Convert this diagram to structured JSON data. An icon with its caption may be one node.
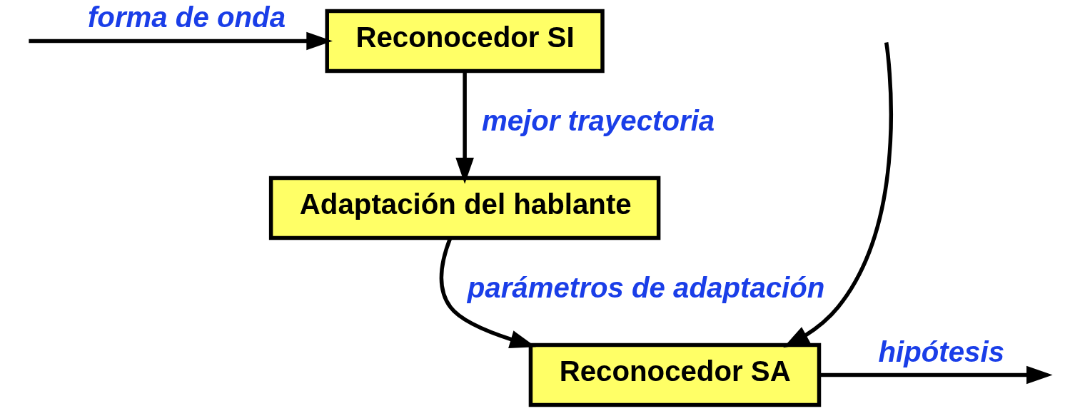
{
  "diagram": {
    "nodes": [
      {
        "text": [
          "Reconocedor SI"
        ]
      },
      {
        "text": [
          "Adaptación del hablante"
        ]
      },
      {
        "text": [
          "Reconocedor SA"
        ]
      }
    ],
    "edges": [
      {
        "from": null,
        "to": 0,
        "arrow": "to",
        "label": "forma de onda"
      },
      {
        "from": null,
        "to": 2,
        "arrow": "to"
      },
      {
        "from": 0,
        "to": 1,
        "arrow": "to",
        "label": "mejor trayectoria"
      },
      {
        "from": 1,
        "to": 2,
        "arrow": "to",
        "label": "parámetros de adaptación"
      },
      {
        "from": 2,
        "to": null,
        "arrow": "to",
        "label": "hipótesis"
      }
    ]
  }
}
